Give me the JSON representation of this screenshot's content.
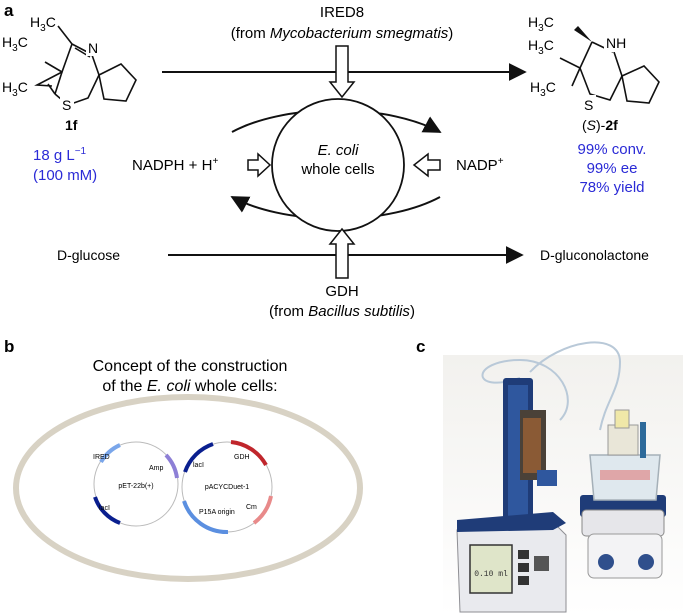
{
  "panels": {
    "a": {
      "label": "a",
      "ired_name": "IRED8",
      "ired_source_pre": "(from ",
      "ired_source_org": "Mycobacterium smegmatis",
      "ired_source_post": ")",
      "gdh_name": "GDH",
      "gdh_source_pre": "(from ",
      "gdh_source_org": "Bacillus subtilis",
      "gdh_source_post": ")",
      "cells_line1": "E. coli",
      "cells_line2": "whole cells",
      "cofactor_left": "NADPH + H",
      "cofactor_left_sup": "+",
      "cofactor_right": "NADP",
      "cofactor_right_sup": "+",
      "glucose": "D-glucose",
      "gluconolactone": "D-gluconolactone",
      "substrate": {
        "id": "1f",
        "conc_line1": "18 g L",
        "conc_line1_sup": "−1",
        "conc_line2": "(100 mM)",
        "atoms": {
          "me": "H3C",
          "n": "N",
          "s": "S"
        }
      },
      "product": {
        "id_prefix": "(",
        "id_stereo": "S",
        "id_mid": ")-",
        "id": "2f",
        "results": [
          "99% conv.",
          "99% ee",
          "78% yield"
        ],
        "atoms": {
          "me": "H3C",
          "nh": "NH",
          "s": "S"
        }
      }
    },
    "b": {
      "label": "b",
      "title_line1": "Concept of the construction",
      "title_line2_pre": "of the ",
      "title_line2_org": "E. coli",
      "title_line2_post": " whole cells:",
      "plasmid1": {
        "name": "pET-22b(+)",
        "genes": [
          "IRED",
          "Amp",
          "lacI"
        ]
      },
      "plasmid2": {
        "name": "pACYCDuet-1",
        "genes": [
          "lacI",
          "GDH",
          "Cm",
          "P15A origin"
        ]
      }
    },
    "c": {
      "label": "c",
      "display_readout": "0.10 ml"
    }
  },
  "colors": {
    "accent_text": "#2a2ad6",
    "cell_outline": "#d8d2c4",
    "dark_blue": "#0a1f8f",
    "light_blue": "#5b8fe0",
    "red": "#c0262c",
    "pink": "#e88a8a",
    "purple": "#8d7fd6"
  }
}
